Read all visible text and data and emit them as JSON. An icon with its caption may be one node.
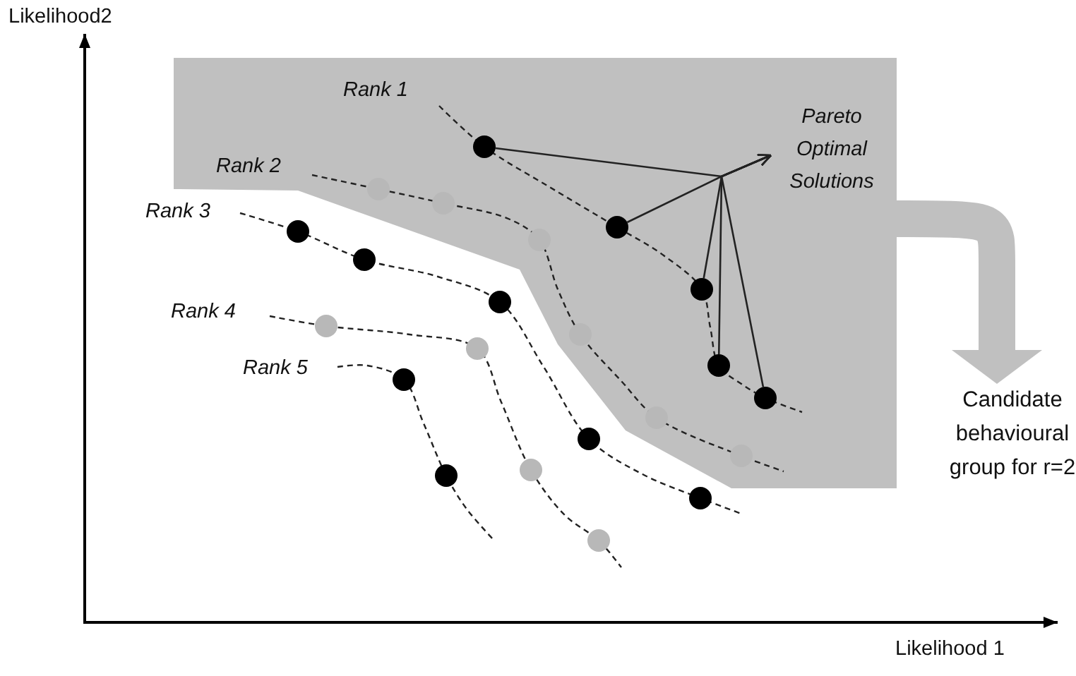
{
  "diagram": {
    "nodes": [
      {
        "text": [],
        "shape": "band"
      },
      {
        "text": [
          "Pareto Optimal Solutions"
        ],
        "in": 0
      },
      {
        "text": [],
        "shape": "circle",
        "in": 0
      },
      {
        "text": [],
        "shape": "circle",
        "in": 0
      },
      {
        "text": [],
        "shape": "circle",
        "in": 0
      },
      {
        "text": [],
        "shape": "circle",
        "in": 0
      },
      {
        "text": [],
        "shape": "circle",
        "in": 0
      },
      {
        "text": [
          "Candidate behavioural group for r=2"
        ]
      }
    ],
    "edges": [
      {
        "from": 2,
        "to": 1,
        "arrow": "to"
      },
      {
        "from": 3,
        "to": 1,
        "arrow": "to"
      },
      {
        "from": 4,
        "to": 1,
        "arrow": "to"
      },
      {
        "from": 5,
        "to": 1,
        "arrow": "to"
      },
      {
        "from": 6,
        "to": 1,
        "arrow": "to"
      },
      {
        "from": 0,
        "to": 7,
        "arrow": "to",
        "style": "thick",
        "color": "#c0c0c0"
      }
    ],
    "labels": [
      "Likelihood2",
      "Rank 1",
      "Rank 2",
      "Rank 3",
      "Rank 4",
      "Rank 5",
      "Likelihood 1"
    ]
  }
}
